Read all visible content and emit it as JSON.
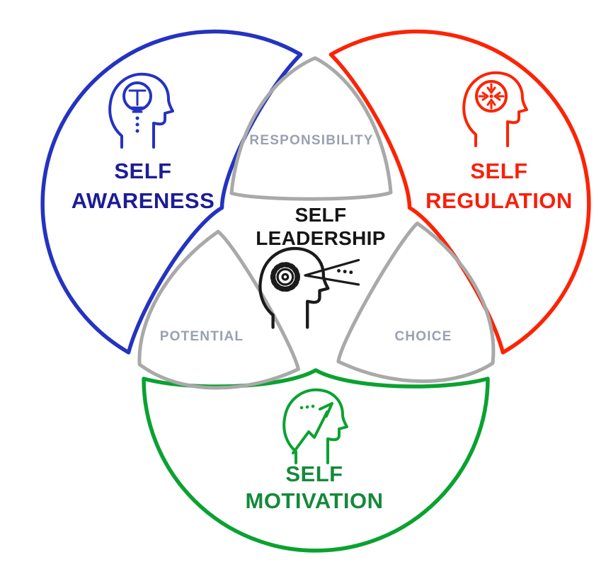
{
  "palette": {
    "awareness_blue": "#2433C0",
    "awareness_text": "#1D1C96",
    "regulation_red": "#FB2405",
    "regulation_text": "#F91F0A",
    "motivation_green": "#0AA230",
    "motivation_text": "#15893B",
    "petal_gray": "#A9A9A9",
    "intersection_text": "#98A1B0",
    "center_text": "#161616",
    "center_icon": "#1B1B1B"
  },
  "diagram": {
    "center": {
      "line1": "SELF",
      "line2": "LEADERSHIP",
      "icon": "head-gear-vision-icon"
    },
    "circles": [
      {
        "id": "self-awareness",
        "line1": "SELF",
        "line2": "AWARENESS",
        "icon": "head-lightbulb-icon"
      },
      {
        "id": "self-regulation",
        "line1": "SELF",
        "line2": "REGULATION",
        "icon": "head-focus-target-icon"
      },
      {
        "id": "self-motivation",
        "line1": "SELF",
        "line2": "MOTIVATION",
        "icon": "head-growth-arrow-icon"
      }
    ],
    "intersections": [
      {
        "label": "RESPONSIBILITY",
        "between": "self-awareness + self-regulation"
      },
      {
        "label": "POTENTIAL",
        "between": "self-awareness + self-motivation"
      },
      {
        "label": "CHOICE",
        "between": "self-regulation + self-motivation"
      }
    ]
  }
}
